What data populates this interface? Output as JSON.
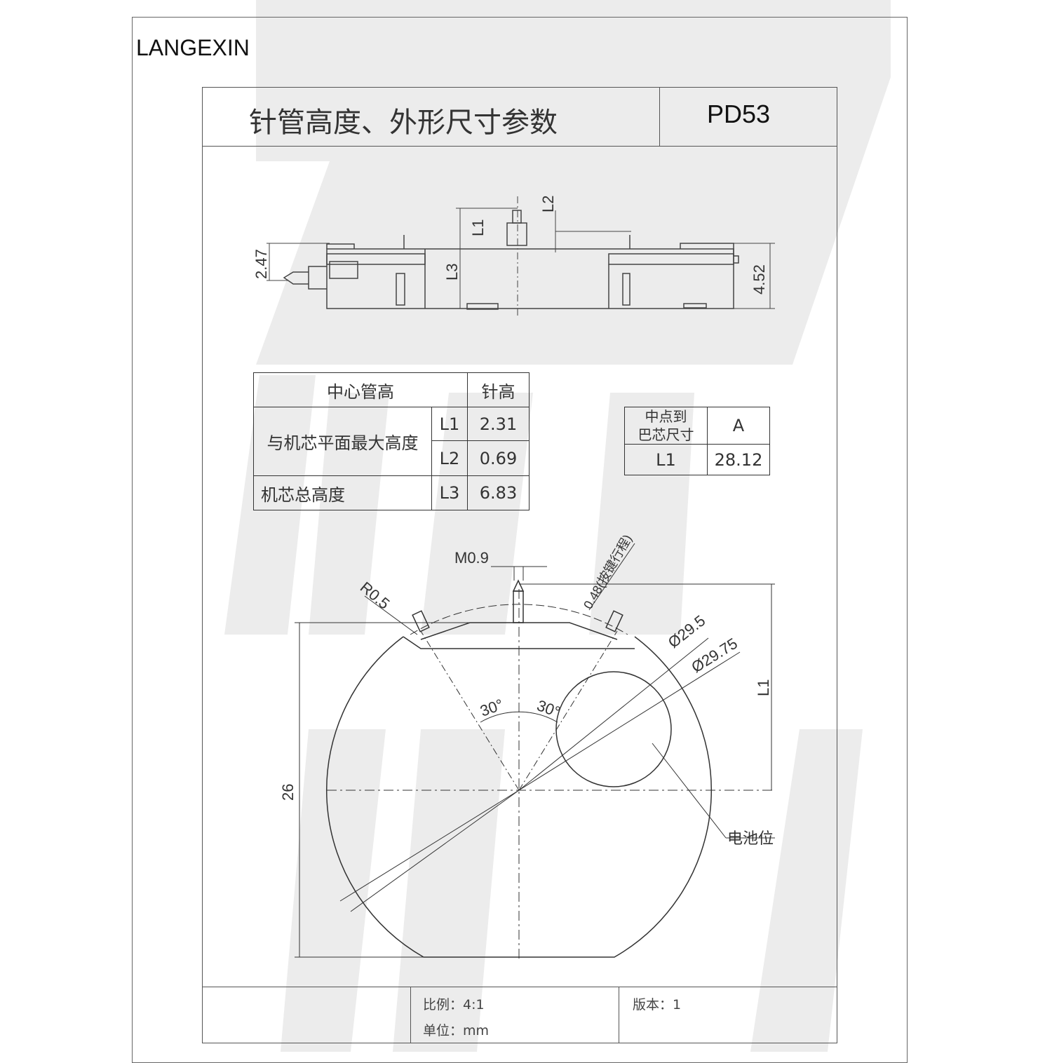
{
  "brand": "LANGEXIN",
  "header": {
    "title": "针管高度、外形尺寸参数",
    "model": "PD53"
  },
  "side_view": {
    "dims": {
      "d247": "2.47",
      "d452": "4.52",
      "L1": "L1",
      "L2": "L2",
      "L3": "L3"
    }
  },
  "height_table": {
    "header_left": "中心管高",
    "header_right": "针高",
    "rows": [
      {
        "label": "与机芯平面最大高度",
        "code": "L1",
        "value": "2.31"
      },
      {
        "code": "L2",
        "value": "0.69"
      },
      {
        "label": "机芯总高度",
        "code": "L3",
        "value": "6.83"
      }
    ]
  },
  "center_table": {
    "header_left": "中点到\n巴芯尺寸",
    "header_left_line1": "中点到",
    "header_left_line2": "巴芯尺寸",
    "header_right": "A",
    "row_code": "L1",
    "row_value": "28.12"
  },
  "top_view": {
    "m09": "M0.9",
    "r05": "R0.5",
    "d048": "0.48(按键行程)",
    "d295": "Ø29.5",
    "d2975": "Ø29.75",
    "L1": "L1",
    "h26": "26",
    "angle1": "30°",
    "angle2": "30°",
    "battery": "电池位"
  },
  "footer": {
    "scale": "比例：4:1",
    "unit": "单位：mm",
    "version": "版本：1"
  }
}
